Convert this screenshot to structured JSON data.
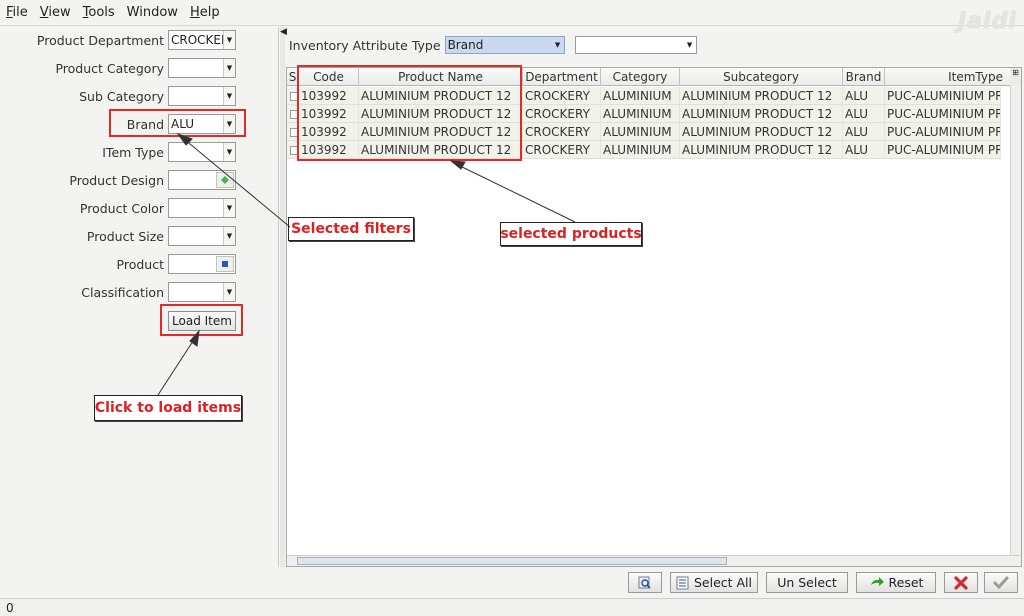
{
  "menu": [
    {
      "label": "File",
      "key": "F",
      "rest": "ile"
    },
    {
      "label": "View",
      "key": "V",
      "rest": "iew"
    },
    {
      "label": "Tools",
      "key": "T",
      "rest": "ools"
    },
    {
      "label": "Window",
      "key": "",
      "rest": "Window"
    },
    {
      "label": "Help",
      "key": "H",
      "rest": "elp"
    }
  ],
  "logo": "Jaldi",
  "filters": {
    "product_department": {
      "label": "Product Department",
      "value": "CROCKERY"
    },
    "product_category": {
      "label": "Product Category",
      "value": ""
    },
    "sub_category": {
      "label": "Sub Category",
      "value": ""
    },
    "brand": {
      "label": "Brand",
      "value": "ALU"
    },
    "item_type": {
      "label": "ITem Type",
      "value": ""
    },
    "product_design": {
      "label": "Product Design",
      "value": ""
    },
    "product_color": {
      "label": "Product Color",
      "value": ""
    },
    "product_size": {
      "label": "Product Size",
      "value": ""
    },
    "product": {
      "label": "Product",
      "value": ""
    },
    "classification": {
      "label": "Classification",
      "value": ""
    },
    "load_button": "Load Item"
  },
  "attribute": {
    "label": "Inventory Attribute Type",
    "value": "Brand",
    "second_value": ""
  },
  "grid": {
    "headers": [
      "S",
      "Code",
      "Product Name",
      "Department",
      "Category",
      "Subcategory",
      "Brand",
      "ItemType"
    ],
    "rows": [
      [
        "103992",
        "ALUMINIUM PRODUCT 12",
        "CROCKERY",
        "ALUMINIUM",
        "ALUMINIUM PRODUCT 12",
        "ALU",
        "PUC-ALUMINIUM PRO"
      ],
      [
        "103992",
        "ALUMINIUM PRODUCT 12",
        "CROCKERY",
        "ALUMINIUM",
        "ALUMINIUM PRODUCT 12",
        "ALU",
        "PUC-ALUMINIUM PRO"
      ],
      [
        "103992",
        "ALUMINIUM PRODUCT 12",
        "CROCKERY",
        "ALUMINIUM",
        "ALUMINIUM PRODUCT 12",
        "ALU",
        "PUC-ALUMINIUM PRO"
      ],
      [
        "103992",
        "ALUMINIUM PRODUCT 12",
        "CROCKERY",
        "ALUMINIUM",
        "ALUMINIUM PRODUCT 12",
        "ALU",
        "PUC-ALUMINIUM PRO"
      ]
    ]
  },
  "toolbar": {
    "select_all_label": "Select All",
    "select_all_key": "A",
    "unselect_label": "Un Select",
    "reset_label": "Reset"
  },
  "status": {
    "text": "0"
  },
  "annotations": {
    "selected_filters": "Selected filters",
    "selected_products": "selected products",
    "click_to_load": "Click to load items"
  },
  "colors": {
    "highlight": "#e02b2b",
    "callout_text": "#e02020",
    "row_bg": "#f1f3ea",
    "selected_combo": "#c9daf0"
  }
}
